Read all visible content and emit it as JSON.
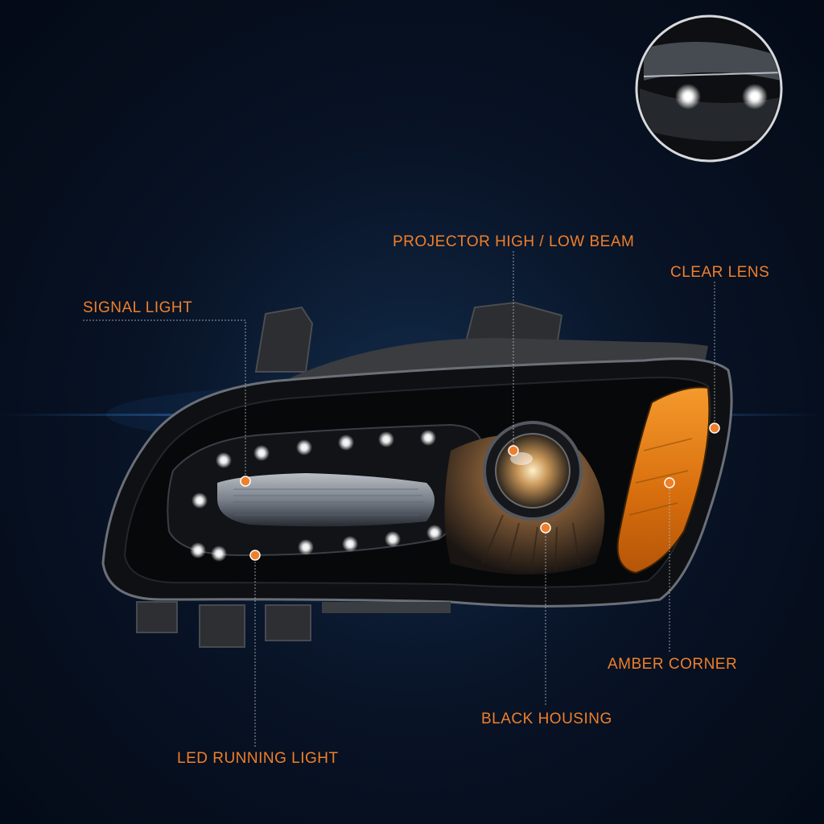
{
  "callouts": {
    "projector": "PROJECTOR HIGH / LOW BEAM",
    "clear_lens": "CLEAR LENS",
    "signal_light": "SIGNAL LIGHT",
    "amber_corner": "AMBER CORNER",
    "black_housing": "BLACK HOUSING",
    "led_running_light": "LED RUNNING LIGHT"
  },
  "colors": {
    "accent": "#f07f2a",
    "background": "#071120",
    "housing": "#0d0e10",
    "amber": "#e07a14"
  }
}
